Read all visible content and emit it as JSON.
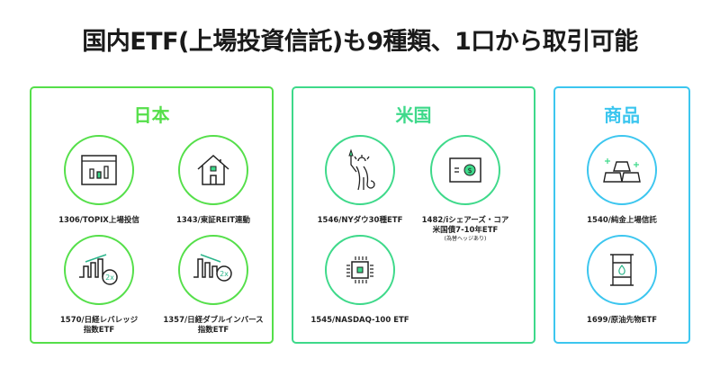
{
  "title": "国内ETF(上場投資信託)も9種類、1口から取引可能",
  "colors": {
    "japan": "#55df4a",
    "us": "#3ed98a",
    "commodity": "#3cc6ef"
  },
  "sections": [
    {
      "title": "日本",
      "items": [
        {
          "label": "1306/TOPIX上場投信",
          "icon": "chart-window-icon"
        },
        {
          "label": "1343/東証REIT連動",
          "icon": "house-icon"
        },
        {
          "label": "1570/日経レバレッジ",
          "label2": "指数ETF",
          "icon": "leverage-up-chart-icon",
          "badge": "2x"
        },
        {
          "label": "1357/日経ダブルインバース",
          "label2": "指数ETF",
          "icon": "inverse-down-chart-icon",
          "badge": "2x"
        }
      ]
    },
    {
      "title": "米国",
      "items": [
        {
          "label": "1546/NYダウ30種ETF",
          "icon": "statue-of-liberty-icon"
        },
        {
          "label": "1482/iシェアーズ・コア",
          "label2": "米国債7-10年ETF",
          "note": "(為替ヘッジあり)",
          "icon": "dollar-bill-icon"
        },
        {
          "label": "1545/NASDAQ-100 ETF",
          "icon": "cpu-chip-icon"
        }
      ]
    },
    {
      "title": "商品",
      "items": [
        {
          "label": "1540/純金上場信託",
          "icon": "gold-bars-icon"
        },
        {
          "label": "1699/原油先物ETF",
          "icon": "oil-barrel-icon"
        }
      ]
    }
  ]
}
